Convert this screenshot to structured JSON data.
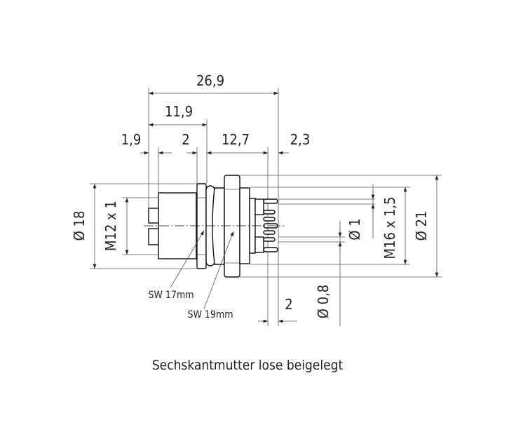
{
  "dimensions": {
    "overall_length": "26,9",
    "front_length": "11,9",
    "front_pin": "1,9",
    "nut_gap": "2",
    "rear_length": "12,7",
    "pin_length": "2,3",
    "outer_diameter_left": "Ø 18",
    "thread_front": "M12 x 1",
    "pin_diameter": "Ø 1",
    "thread_rear": "M16 x 1,5",
    "outer_diameter_right": "Ø 21",
    "pin_spacing": "2",
    "small_pin_diameter": "Ø 0,8"
  },
  "labels": {
    "wrench_size_1": "SW 17mm",
    "wrench_size_2": "SW 19mm"
  },
  "caption": "Sechskantmutter lose beigelegt"
}
